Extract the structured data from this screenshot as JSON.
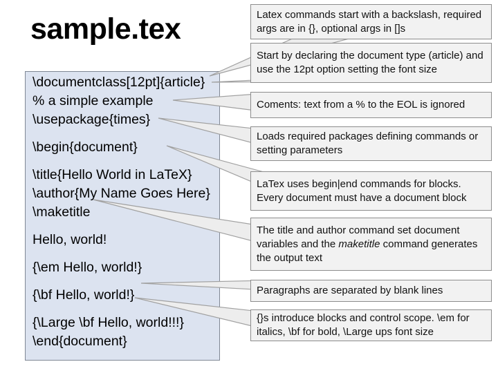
{
  "title": "sample.tex",
  "code": {
    "lines": [
      "\\documentclass[12pt]{article}",
      "% a simple example",
      "\\usepackage{times}",
      "\\begin{document}",
      "\\title{Hello World in LaTeX}",
      "\\author{My Name Goes Here}",
      "\\maketitle",
      "Hello, world!",
      "{\\em Hello, world!}",
      "{\\bf Hello, world!}",
      "{\\Large \\bf Hello, world!!!}",
      "\\end{document}"
    ]
  },
  "callouts": [
    {
      "text": "Latex commands start with a backslash, required args are in {}, optional args in []s"
    },
    {
      "text": "Start by declaring the document type (article) and use the 12pt option setting the font size"
    },
    {
      "text": "Coments: text from a % to the EOL is ignored"
    },
    {
      "text": "Loads required packages defining commands or setting parameters"
    },
    {
      "text": "LaTex uses begin|end commands for blocks. Every document must have a document block"
    },
    {
      "pre": "The title and author command set document variables and the ",
      "em": "maketitle",
      "post": " command generates the output text"
    },
    {
      "text": "Paragraphs are separated by blank lines"
    },
    {
      "text": "{}s introduce blocks and control scope. \\em for italics, \\bf for bold, \\Large ups font size"
    }
  ],
  "colors": {
    "code_box_fill": "#dce3f0",
    "code_box_border": "#7f8794",
    "callout_fill": "#f2f2f2",
    "callout_border": "#8c8c8c",
    "connector": "#a0a0a0"
  }
}
